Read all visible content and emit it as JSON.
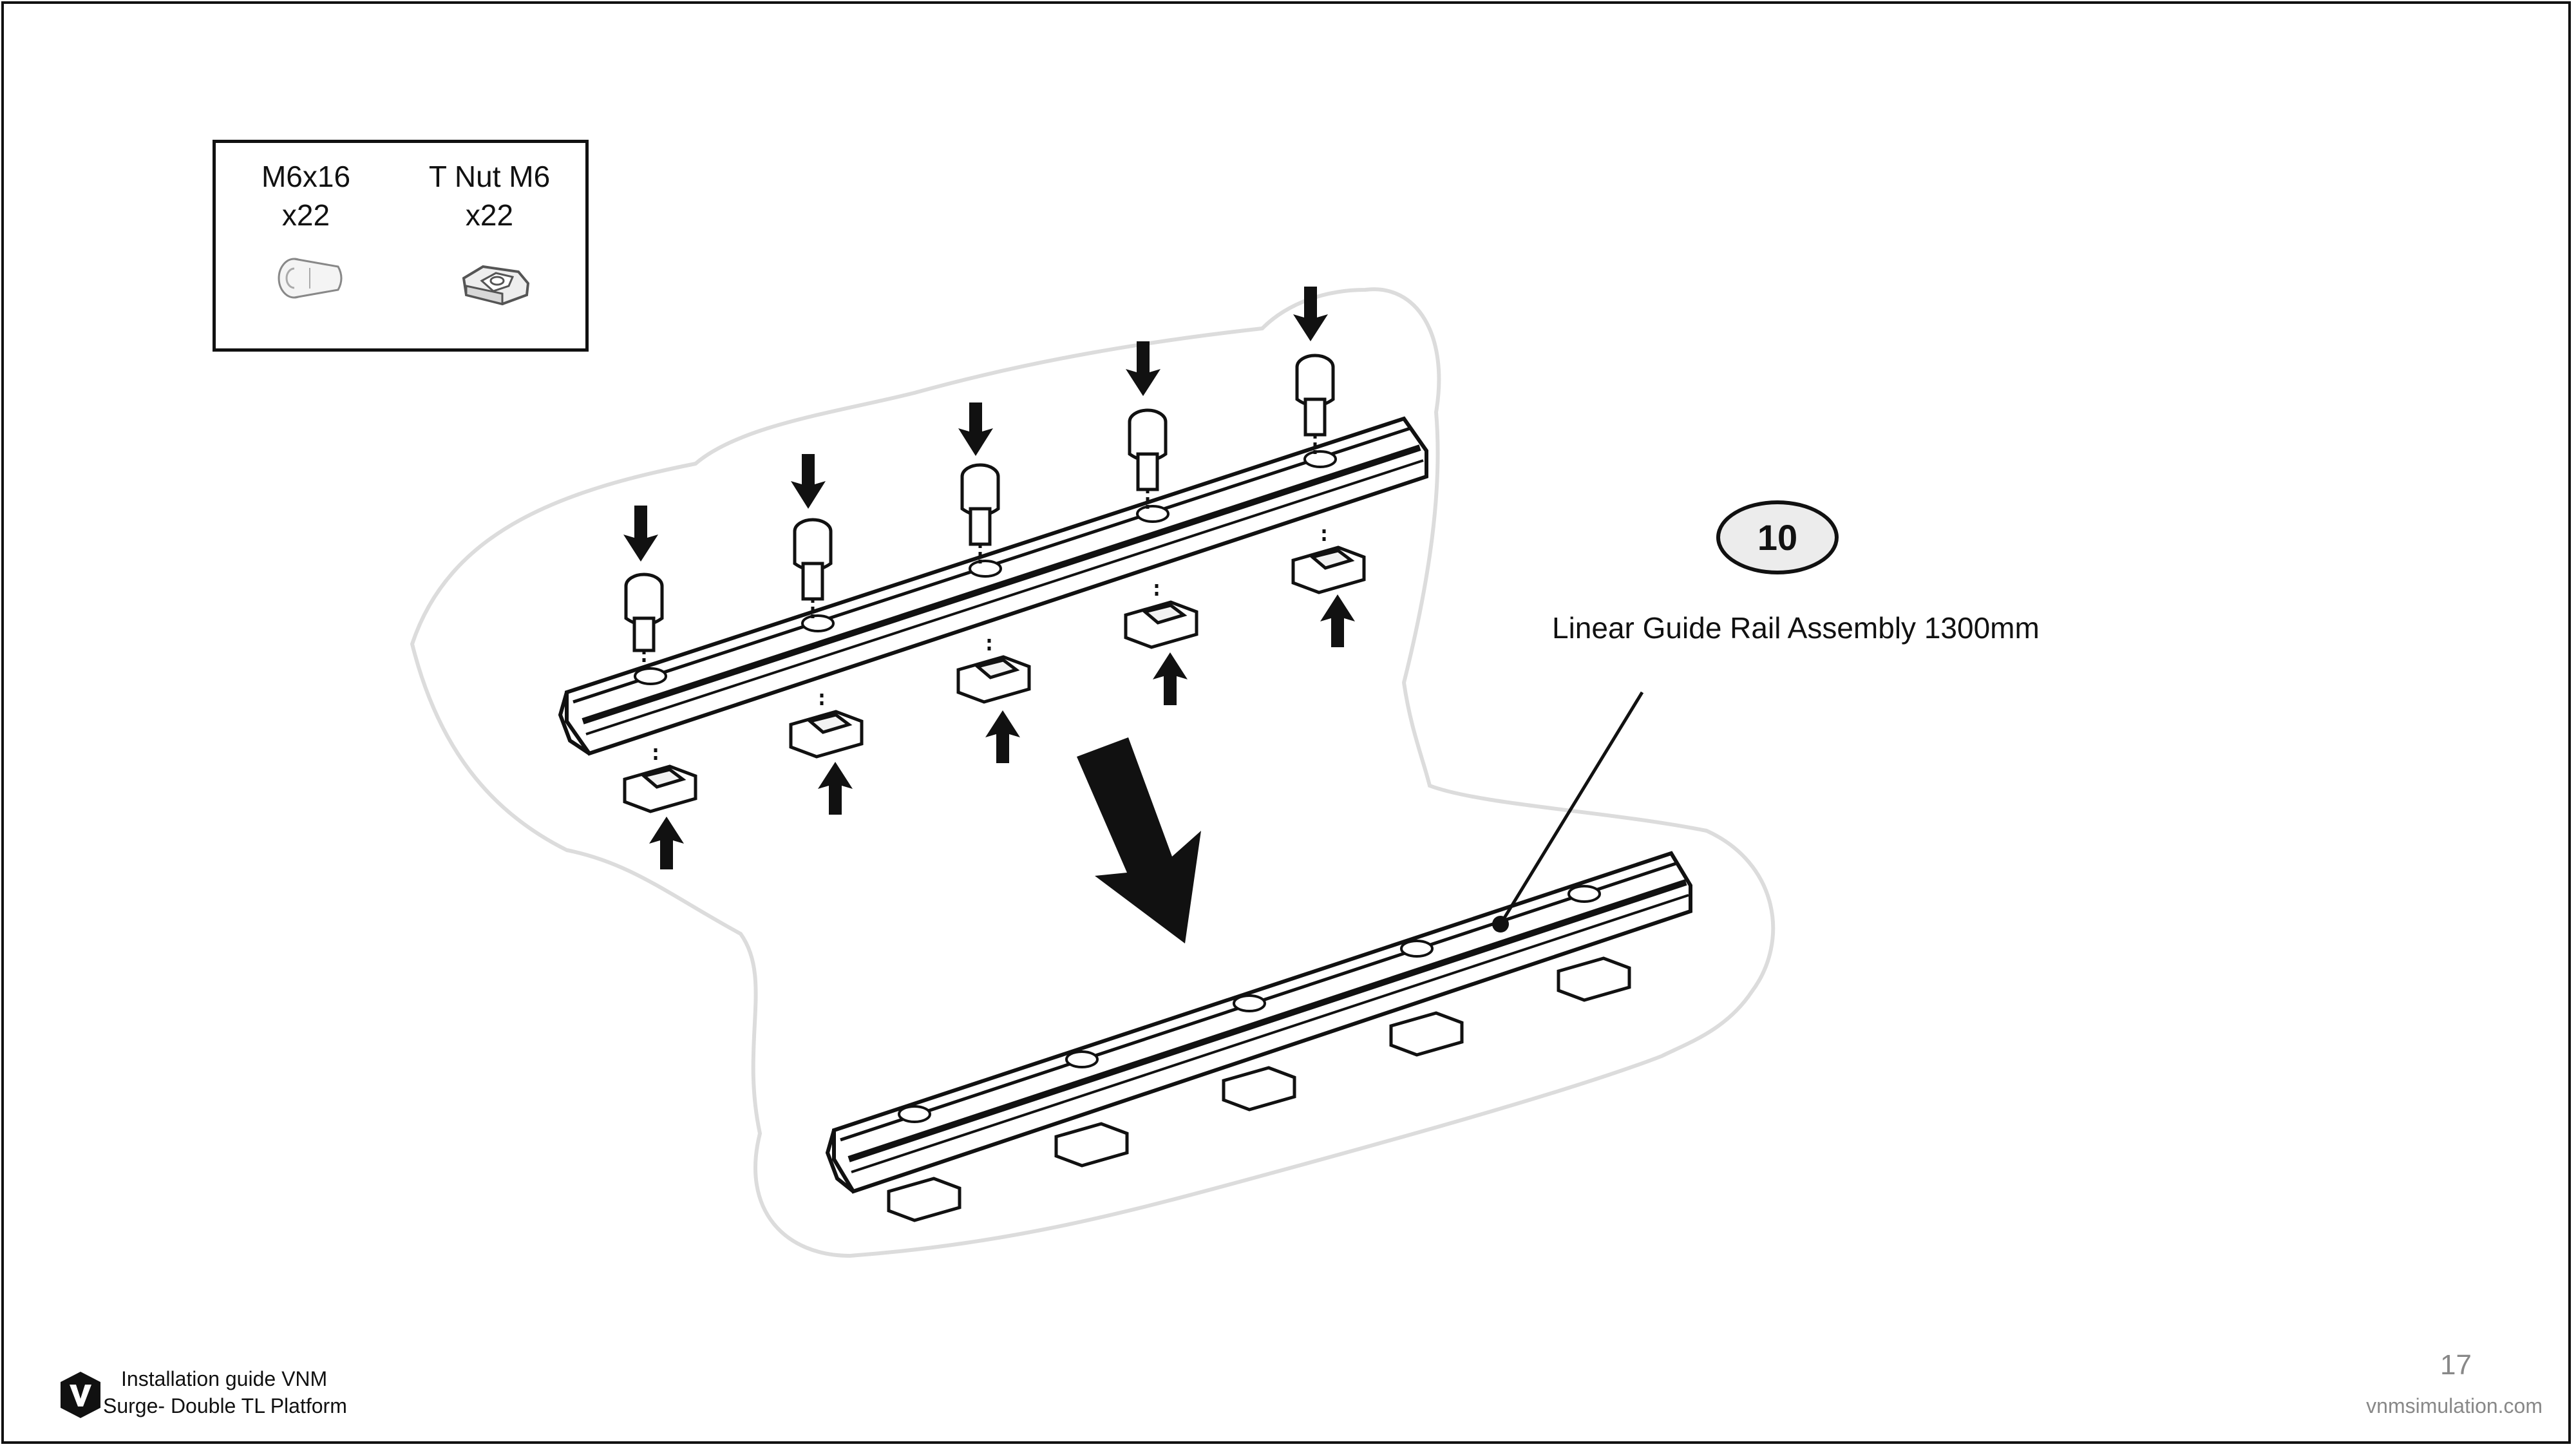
{
  "parts": [
    {
      "name": "M6x16",
      "quantity": "x22",
      "icon": "screw-icon"
    },
    {
      "name": "T Nut M6",
      "quantity": "x22",
      "icon": "t-nut-icon"
    }
  ],
  "step": {
    "number": "10",
    "title": "Linear Guide Rail Assembly 1300mm"
  },
  "footer": {
    "line1": "Installation guide VNM",
    "line2": "Surge- Double TL Platform",
    "logo_icon": "vnm-logo-icon",
    "page_number": "17",
    "website": "vnmsimulation.com"
  },
  "colors": {
    "ink": "#111111",
    "muted": "#888888",
    "badge_fill": "#ececec",
    "cloud_outline": "#d9d9d9"
  }
}
